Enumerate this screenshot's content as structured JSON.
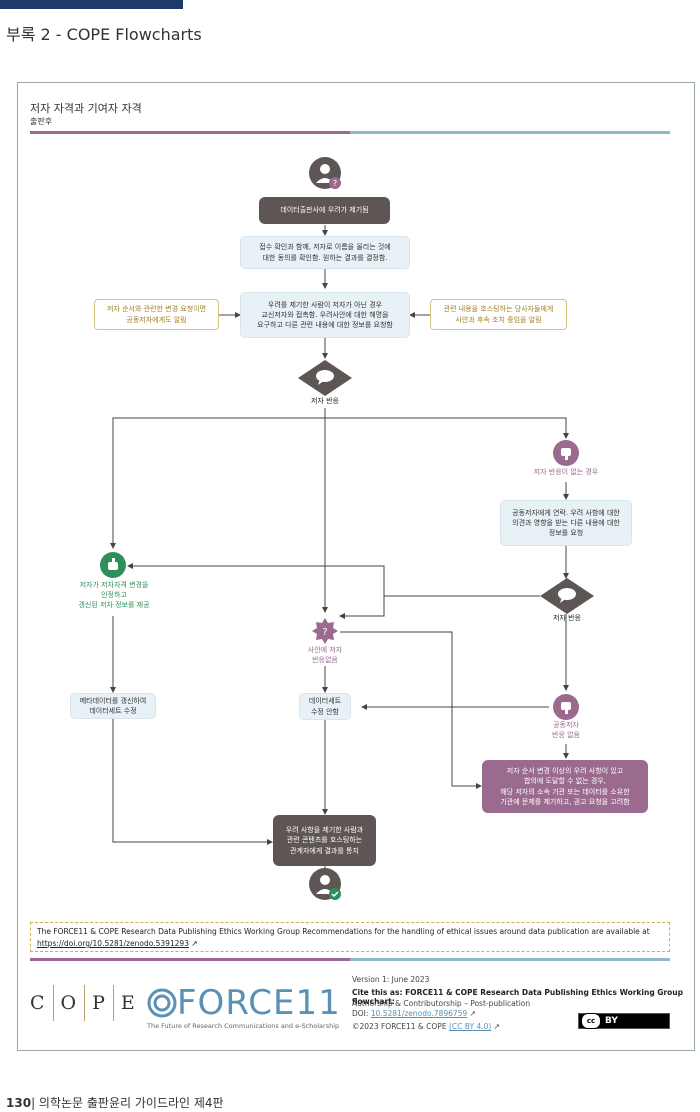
{
  "page": {
    "header": "부록 2 - COPE Flowcharts",
    "footer_number": "130",
    "footer_text": "| 의학논문 출판윤리 가이드라인 제4판"
  },
  "flow": {
    "title": "저자 자격과 기여자 자격",
    "subtitle": "출판후",
    "start": "데이터출판사에 우려가 제기됨",
    "step1": "접수 확인과 함께, 저자로 이름을 올리는 것에\n대한 동의를 확인함. 원하는 결과를 결정함.",
    "step2": "우려를 제기한 사람이 저자가 아닌 경우\n교신저자와 접촉함. 우려사안에 대한 해명을\n요구하고 다른 관련 내용에 대한 정보를 요청함",
    "note_left": "저자 순서와 관련한 변경 요청이면\n공동저자에게도 알림",
    "note_right": "관련 내용을 호스팅하는 당사자들에게\n사안과 후속 조치 중임을 알림",
    "decision1": "저자 반응",
    "no_response": "저자 반응이 없는 경우",
    "contact_coauthors": "공동저자에게 연락. 우려 사항에 대한\n의견과 영향을 받는 다른 내용에 대한\n정보를 요청",
    "decision2": "저자 반응",
    "accept": "저자가 저자자격 변경을\n인정하고\n갱신된 저자 정보를 제공",
    "no_issue": "사안에 저자\n반응없음",
    "update_metadata": "메타데이터를 갱신하여\n데이터세트 수정",
    "no_modify": "데이터세트\n수정 안함",
    "coauthor_no_response": "공동저자\n반응 없음",
    "escalate": "저자 순서 변경 이상의 우려 사항이 있고\n합의에 도달할 수 없는 경우,\n해당 저자의 소속 기관 또는 데이터를 소유한\n기관에 문제를 제기하고, 권고 요청을 고려함",
    "end": "우려 사항을 제기한 사람과\n관련 콘텐츠를 호스팅하는\n관계자에게 결과를 통지"
  },
  "footer": {
    "disclaimer": "The FORCE11 & COPE Research Data Publishing Ethics Working Group Recommendations for the handling of ethical issues around data publication are available at",
    "disclaimer_url": "https://doi.org/10.5281/zenodo.5391293",
    "cope_letters": [
      "C",
      "O",
      "P",
      "E"
    ],
    "force_logo": "FORCE11",
    "force_tagline": "The Future of Research Communications and e-Scholarship",
    "version": "Version 1: June 2023",
    "cite": "Cite this as: FORCE11 & COPE Research Data Publishing Ethics Working Group flowchart:",
    "cite_sub": "Authorship & Contributorship – Post-publication",
    "doi_label": "DOI:",
    "doi_url": "10.5281/zenodo.7896759",
    "copyright": "©2023 FORCE11 & COPE",
    "license": "(CC BY 4.0)",
    "cc_by": "BY",
    "cc_mark": "cc"
  },
  "colors": {
    "dark_node": "#5e5654",
    "light_node": "#e8f1f6",
    "plum": "#9b6a8f",
    "teal": "#8fb9c4",
    "green": "#2f8f5b",
    "note_border": "#d9c27d"
  }
}
